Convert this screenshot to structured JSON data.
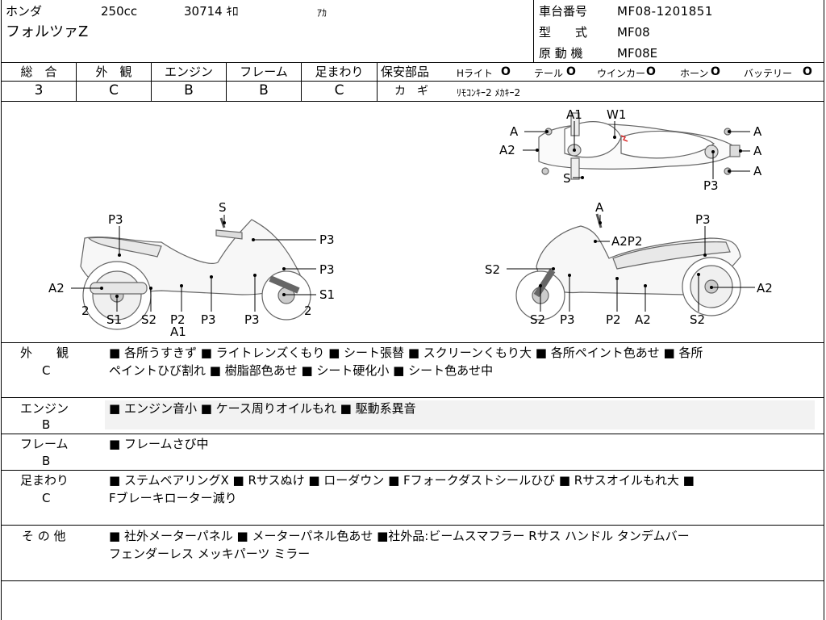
{
  "header": {
    "maker": "ホンダ",
    "displacement": "250cc",
    "mileage": "30714 ｷﾛ",
    "color": "ｱｶ",
    "model": "フォルツァZ",
    "frame_no_label": "車台番号",
    "frame_no": "MF08-1201851",
    "type_label": "型　　式",
    "type": "MF08",
    "engine_label": "原 動 機",
    "engine": "MF08E"
  },
  "grades": {
    "headers": [
      "総　合",
      "外　観",
      "エンジン",
      "フレーム",
      "足まわり"
    ],
    "values": [
      "3",
      "C",
      "B",
      "B",
      "C"
    ]
  },
  "safety": {
    "label": "保安部品",
    "items": [
      {
        "name": "Hライト",
        "mark": "O"
      },
      {
        "name": "テール",
        "mark": "O"
      },
      {
        "name": "ウインカー",
        "mark": "O"
      },
      {
        "name": "ホーン",
        "mark": "O"
      },
      {
        "name": "バッテリー",
        "mark": "O"
      }
    ],
    "key_label": "カ　ギ",
    "key_value": "ﾘﾓｺﾝｷｰ2 ﾒｶｷｰ2"
  },
  "diagram": {
    "top_labels": [
      "A",
      "A2",
      "A1",
      "W1",
      "S",
      "A",
      "A",
      "A",
      "P3"
    ],
    "left_labels": [
      "S",
      "P3",
      "P3",
      "P3",
      "A2",
      "S1",
      "2",
      "2",
      "S1",
      "S2",
      "P2",
      "A1",
      "P3",
      "P3"
    ],
    "right_labels": [
      "A",
      "P3",
      "A2P2",
      "S2",
      "A2",
      "S2",
      "P3",
      "P2",
      "A2",
      "S2"
    ]
  },
  "notes": [
    {
      "category": "外　　観",
      "grade": "C",
      "line1": "■ 各所うすきず ■ ライトレンズくもり ■ シート張替 ■ スクリーンくもり大 ■ 各所ペイント色あせ ■ 各所",
      "line2": "ペイントひび割れ ■ 樹脂部色あせ ■ シート硬化小 ■ シート色あせ中"
    },
    {
      "category": "エンジン",
      "grade": "B",
      "line1": "■ エンジン音小 ■ ケース周りオイルもれ ■ 駆動系異音",
      "line2": ""
    },
    {
      "category": "フレーム",
      "grade": "B",
      "line1": "■ フレームさび中",
      "line2": ""
    },
    {
      "category": "足まわり",
      "grade": "C",
      "line1": "■ ステムベアリングX ■ Rサスぬけ ■ ローダウン ■ Fフォークダストシールひび ■ Rサスオイルもれ大 ■",
      "line2": "Fブレーキローター減り"
    },
    {
      "category": "そ の 他",
      "grade": "",
      "line1": "■ 社外メーターパネル ■ メーターパネル色あせ ■社外品:ビームスマフラー Rサス ハンドル タンデムバー",
      "line2": "フェンダーレス メッキパーツ ミラー"
    }
  ]
}
